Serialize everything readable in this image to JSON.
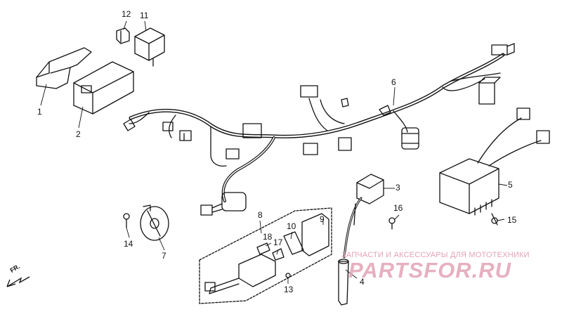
{
  "labels": {
    "n1": "1",
    "n2": "2",
    "n3": "3",
    "n4": "4",
    "n5": "5",
    "n6": "6",
    "n7": "7",
    "n8": "8",
    "n9": "9",
    "n10": "10",
    "n11": "11",
    "n12": "12",
    "n13": "13",
    "n14": "14",
    "n15": "15",
    "n16": "16",
    "n17": "17",
    "n18": "18"
  },
  "direction": "FR.",
  "watermark": {
    "caption": "ЗАПЧАСТИ И АКСЕССУАРЫ ДЛЯ МОТОТЕХНИКИ",
    "brand": "PARTSFOR.RU"
  },
  "colors": {
    "line": "#111111",
    "watermark": "#e2a3b6"
  }
}
